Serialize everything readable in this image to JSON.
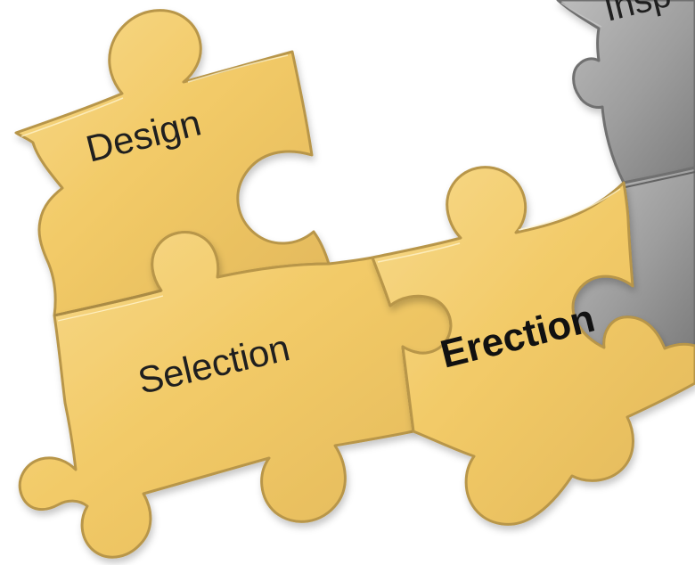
{
  "diagram": {
    "pieces": [
      {
        "key": "inspection",
        "label": "Insp"
      },
      {
        "key": "design",
        "label": "Design"
      },
      {
        "key": "selection",
        "label": "Selection"
      },
      {
        "key": "erection",
        "label": "Erection"
      }
    ],
    "colors": {
      "gold_fill": "#f4cf73",
      "gold_outline": "#b8964a",
      "gray_fill": "#a3a3a3",
      "gray_outline": "#6f6f6f",
      "text": "#1f1f1f"
    }
  }
}
